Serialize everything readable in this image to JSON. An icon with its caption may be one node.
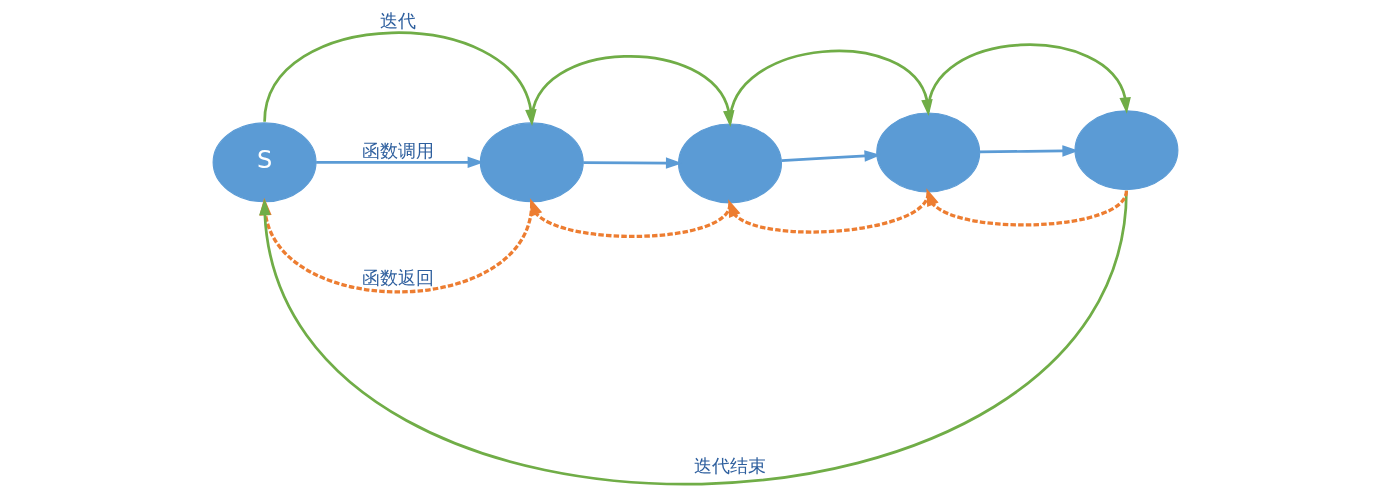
{
  "diagram": {
    "nodes": [
      {
        "text": [
          "S"
        ]
      },
      {
        "text": [],
        "shape": "circle"
      },
      {
        "text": [],
        "shape": "circle"
      },
      {
        "text": [],
        "shape": "circle"
      },
      {
        "text": [],
        "shape": "circle"
      }
    ],
    "edges": [
      {
        "from": 0,
        "to": 1,
        "arrow": "to",
        "label": "迭代"
      },
      {
        "from": 0,
        "to": 1,
        "arrow": "to",
        "label": "函数调用",
        "color": "#5b9bd5"
      },
      {
        "from": 1,
        "to": 0,
        "arrow": "to",
        "label": "函数返回",
        "style": "dashed",
        "color": "#ed7d31"
      },
      {
        "from": 1,
        "to": 2,
        "arrow": "to"
      },
      {
        "from": 1,
        "to": 2,
        "arrow": "to",
        "color": "#5b9bd5"
      },
      {
        "from": 2,
        "to": 1,
        "arrow": "to",
        "style": "dashed",
        "color": "#ed7d31"
      },
      {
        "from": 2,
        "to": 3,
        "arrow": "to"
      },
      {
        "from": 2,
        "to": 3,
        "arrow": "to",
        "color": "#5b9bd5"
      },
      {
        "from": 3,
        "to": 2,
        "arrow": "to",
        "style": "dashed",
        "color": "#ed7d31"
      },
      {
        "from": 3,
        "to": 4,
        "arrow": "to"
      },
      {
        "from": 3,
        "to": 4,
        "arrow": "to",
        "color": "#5b9bd5"
      },
      {
        "from": 4,
        "to": 3,
        "arrow": "to",
        "style": "dashed",
        "color": "#ed7d31"
      },
      {
        "from": 4,
        "to": 0,
        "arrow": "to",
        "label": "迭代结束"
      }
    ]
  }
}
